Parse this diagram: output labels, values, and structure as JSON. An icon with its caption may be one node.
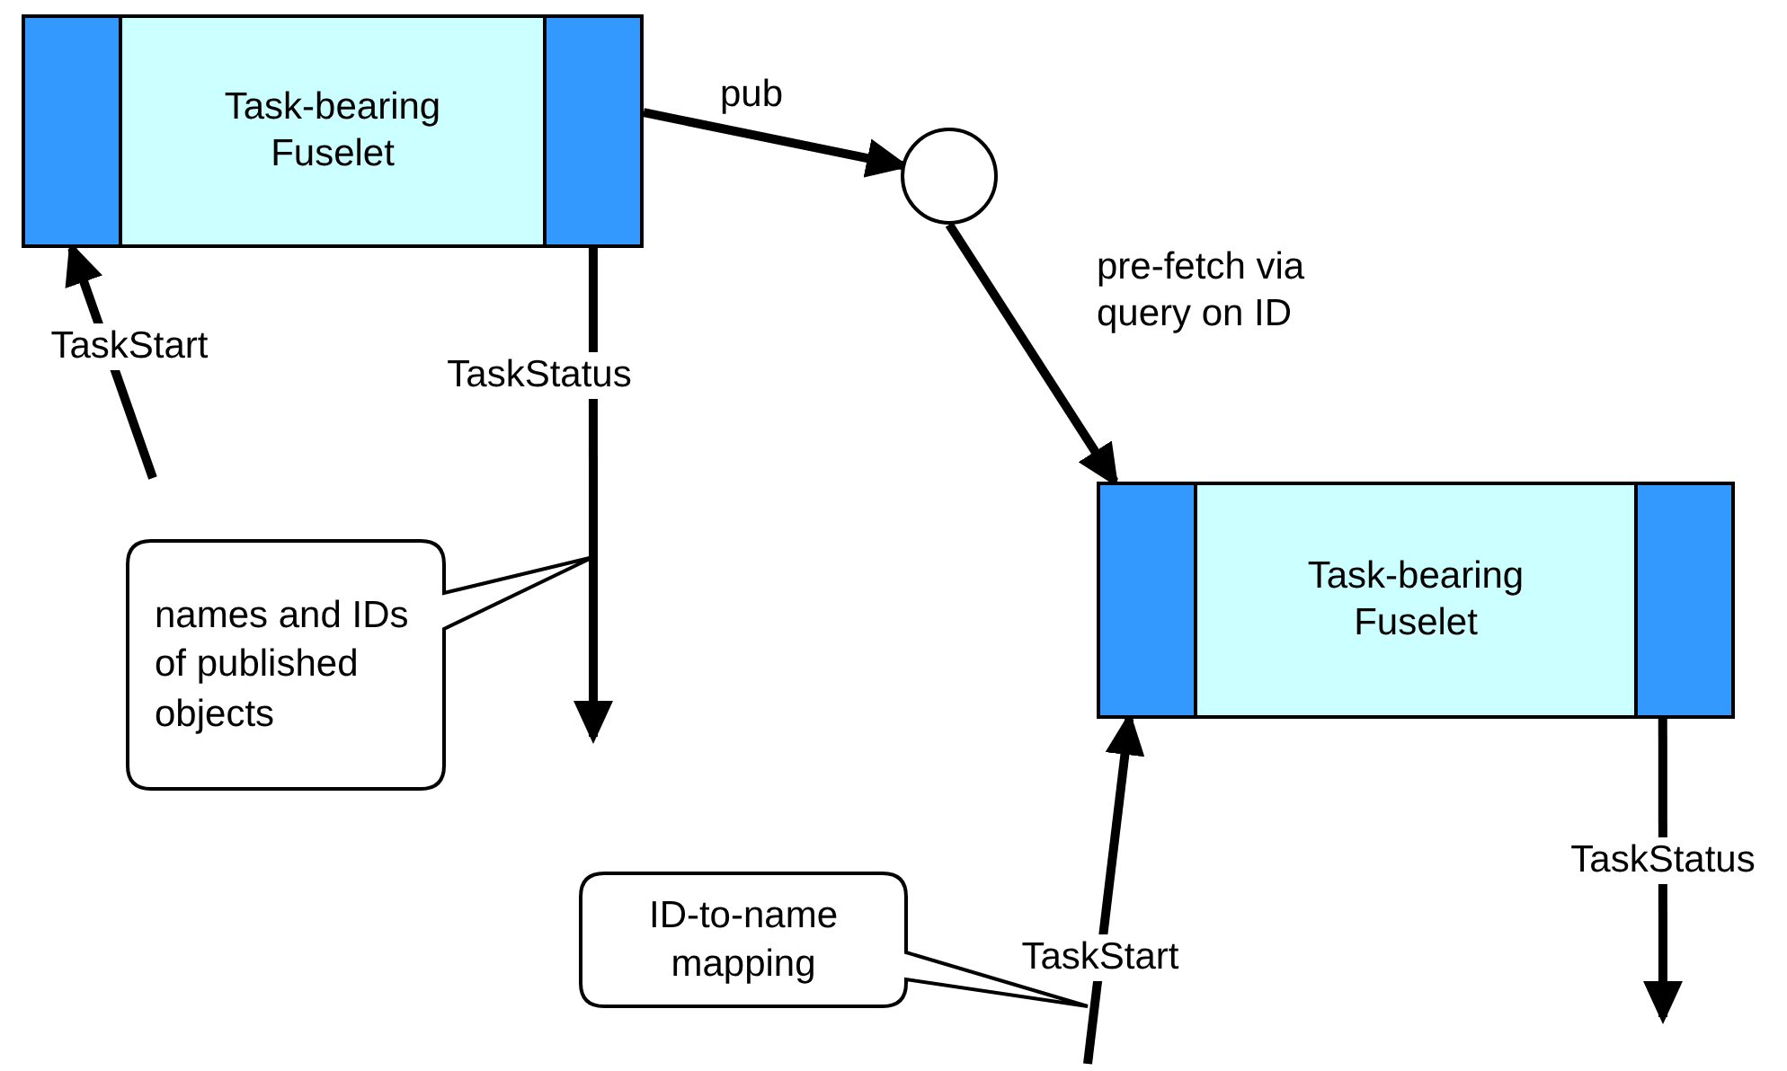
{
  "diagram": {
    "nodes": [
      {
        "text": [
          "Task-bearing Fuselet"
        ]
      },
      {
        "text": [],
        "shape": "circle"
      },
      {
        "text": [
          "Task-bearing Fuselet"
        ]
      },
      {
        "text": [
          "names and IDs of published objects"
        ]
      },
      {
        "text": [
          "ID-to-name mapping"
        ]
      }
    ],
    "edges": [
      {
        "from": 0,
        "to": 1,
        "arrow": "to",
        "label": "pub"
      },
      {
        "from": 1,
        "to": 2,
        "arrow": "to",
        "label": "pre-fetch via query on ID"
      },
      {
        "from": null,
        "to": 0,
        "arrow": "to",
        "label": "TaskStart"
      },
      {
        "from": 0,
        "to": null,
        "arrow": "to",
        "label": "TaskStatus"
      },
      {
        "from": null,
        "to": 2,
        "arrow": "to",
        "label": "TaskStart"
      },
      {
        "from": 2,
        "to": null,
        "arrow": "to",
        "label": "TaskStatus"
      }
    ]
  }
}
